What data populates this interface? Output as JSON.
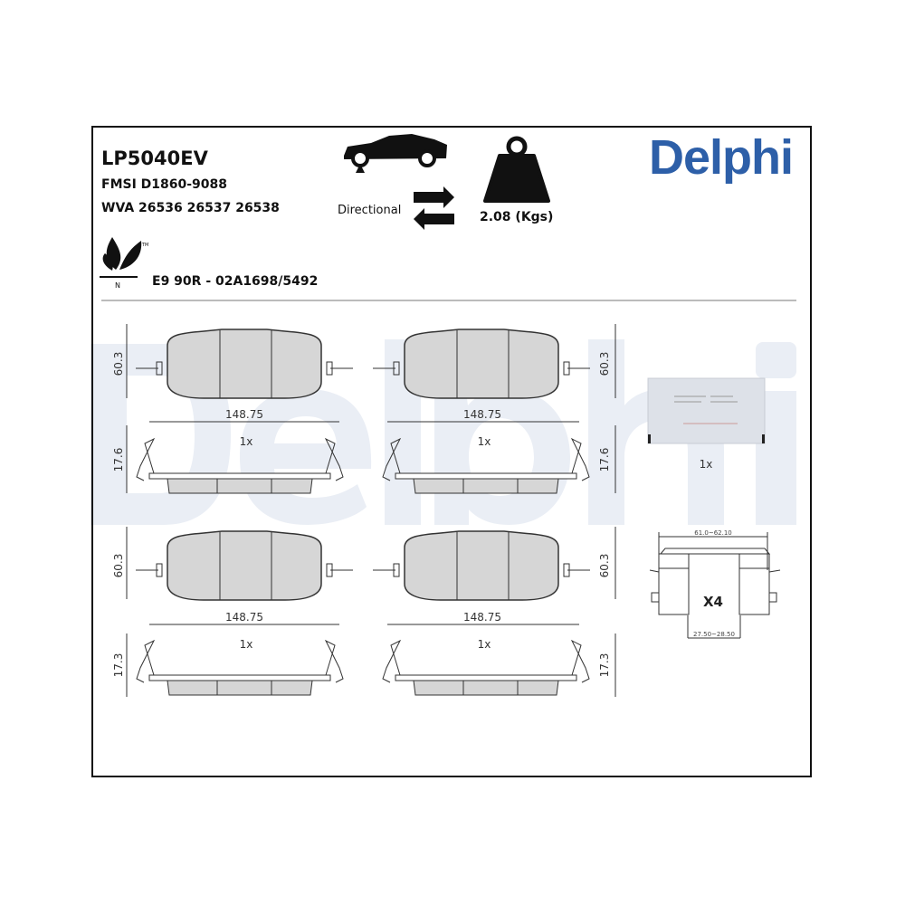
{
  "product": {
    "part_number": "LP5040EV",
    "fmsi": "FMSI D1860-9088",
    "wva": "WVA 26536 26537 26538",
    "approval": "E9 90R - 02A1698/5492",
    "directional_label": "Directional",
    "weight": "2.08 (Kgs)",
    "brand": "Delphi",
    "eco_mark": "N",
    "tm": "TM"
  },
  "icons": [
    "car-axle-icon",
    "directional-arrows-icon",
    "weight-icon",
    "eco-leaf-icon"
  ],
  "drawings": {
    "pad_width": "148.75",
    "pad_height_upper": "60.3",
    "pad_height_lower": "60.3",
    "thickness_upper": "17.6",
    "thickness_lower": "17.3",
    "quantity": "1x",
    "grease_quantity": "1x",
    "clip_quantity": "X4",
    "clip_width": "61.0~62.10",
    "clip_gap": "27.50~28.50"
  },
  "colors": {
    "brand": "#2d5fa8",
    "pad_fill": "#d6d6d6"
  }
}
